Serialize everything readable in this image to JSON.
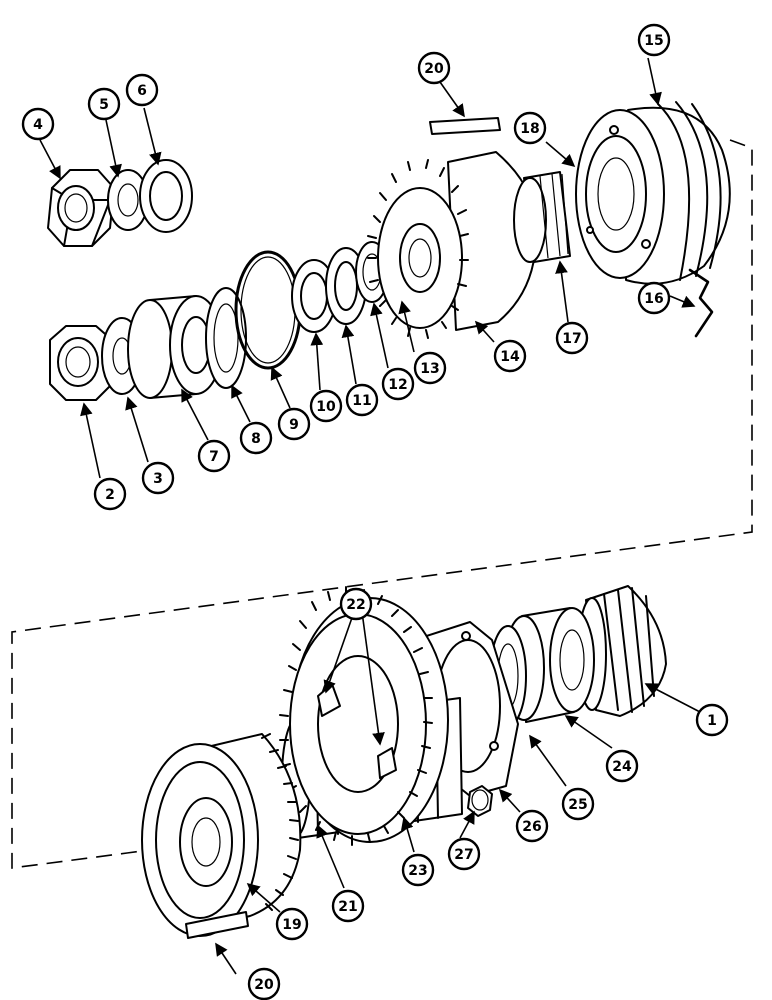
{
  "callouts": [
    "1",
    "2",
    "3",
    "4",
    "5",
    "6",
    "7",
    "8",
    "9",
    "10",
    "11",
    "12",
    "13",
    "14",
    "15",
    "16",
    "17",
    "18",
    "19",
    "20",
    "21",
    "22",
    "23",
    "24",
    "25",
    "26",
    "27"
  ],
  "callouts_repeat": {
    "c20b": "20"
  }
}
